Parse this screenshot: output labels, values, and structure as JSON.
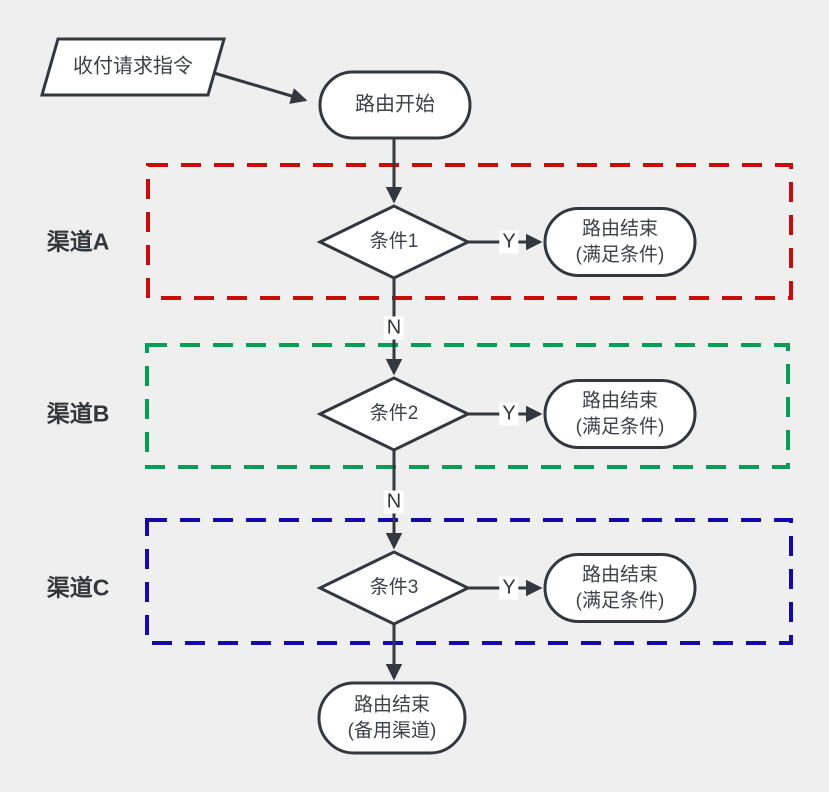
{
  "diagram_title": "payment-routing-flowchart",
  "colors": {
    "background": "#efefef",
    "shape_stroke": "#33383f",
    "shape_fill": "#ffffff",
    "text": "#3d4248",
    "channel_a": "#c80b0b",
    "channel_b": "#069e56",
    "channel_c": "#1408ac"
  },
  "nodes": {
    "input": {
      "shape": "parallelogram",
      "label": "收付请求指令"
    },
    "start": {
      "shape": "stadium",
      "label": "路由开始"
    },
    "cond1": {
      "shape": "diamond",
      "label": "条件1"
    },
    "cond2": {
      "shape": "diamond",
      "label": "条件2"
    },
    "cond3": {
      "shape": "diamond",
      "label": "条件3"
    },
    "end1": {
      "shape": "stadium",
      "label": "路由结束\n(满足条件)"
    },
    "end2": {
      "shape": "stadium",
      "label": "路由结束\n(满足条件)"
    },
    "end3": {
      "shape": "stadium",
      "label": "路由结束\n(满足条件)"
    },
    "end_backup": {
      "shape": "stadium",
      "label": "路由结束\n(备用渠道)"
    }
  },
  "channels": [
    {
      "label": "渠道A",
      "color": "#c80b0b"
    },
    {
      "label": "渠道B",
      "color": "#069e56"
    },
    {
      "label": "渠道C",
      "color": "#1408ac"
    }
  ],
  "edge_labels": {
    "yes": "Y",
    "no": "N"
  }
}
